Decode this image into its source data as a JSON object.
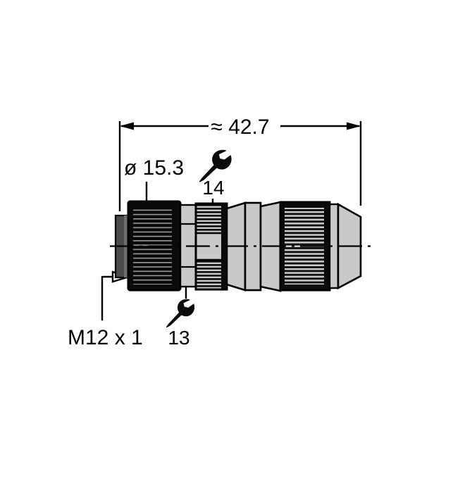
{
  "drawing": {
    "title": "M12 x 1 field-wireable connector dimensional drawing",
    "background_color": "#ffffff",
    "line_color": "#000000",
    "colors": {
      "body_gray": "#c9c9c9",
      "knurl_dark": "#101010",
      "nut_black": "#000000",
      "collar_gray": "#4a4a4a",
      "shadow_gray": "#8a8a8a",
      "outline": "#000000"
    },
    "dimensions": {
      "overall_length": {
        "label": "≈ 42.7",
        "name": "overall-length-dimension",
        "unit": "mm",
        "approximate": true,
        "value": 42.7
      },
      "diameter": {
        "label": "ø 15.3",
        "name": "diameter-dimension",
        "unit": "mm",
        "value": 15.3
      }
    },
    "annotations": {
      "thread": {
        "label": "M12 x 1",
        "name": "thread-designation"
      },
      "wrench_upper": {
        "label": "14",
        "icon": "wrench-icon",
        "unit": "mm",
        "name": "wrench-size-upper"
      },
      "wrench_lower": {
        "label": "13",
        "icon": "wrench-icon",
        "unit": "mm",
        "name": "wrench-size-lower"
      }
    },
    "parts": [
      {
        "name": "coupling-nut",
        "style": "knurled-black"
      },
      {
        "name": "hex-flats-14mm",
        "style": "gray-hex"
      },
      {
        "name": "knurled-gray-ring",
        "style": "knurled-gray"
      },
      {
        "name": "body-barrel",
        "style": "gray-smooth"
      },
      {
        "name": "cable-gland-nut",
        "style": "knurled-gray"
      },
      {
        "name": "cable-exit-cap",
        "style": "gray-taper"
      }
    ]
  }
}
